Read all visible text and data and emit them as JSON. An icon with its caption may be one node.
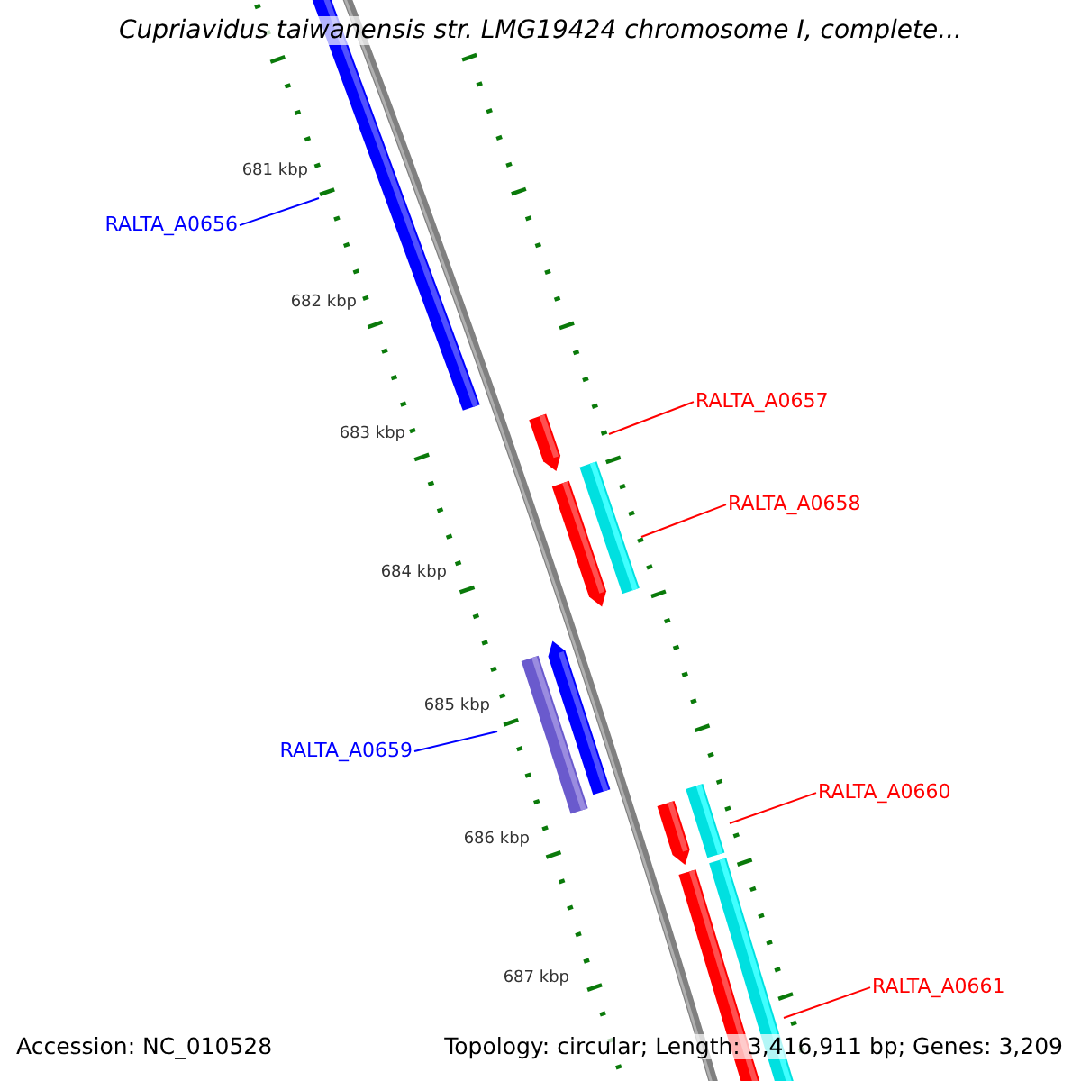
{
  "diagram": {
    "title": "Cupriavidus taiwanensis str. LMG19424 chromosome I, complete...",
    "nodes": [
      {
        "text": [
          "RALTA_A0656"
        ]
      },
      {
        "text": [
          "RALTA_A0657"
        ]
      },
      {
        "text": [
          "RALTA_A0658"
        ]
      },
      {
        "text": [
          "RALTA_A0659"
        ]
      },
      {
        "text": [
          "RALTA_A0660"
        ]
      },
      {
        "text": [
          "RALTA_A0661"
        ]
      }
    ],
    "edges": [
      {
        "from": 0,
        "to": null,
        "arrow": "none",
        "color": "#0000ff"
      },
      {
        "from": 1,
        "to": null,
        "arrow": "none"
      },
      {
        "from": 2,
        "to": null,
        "arrow": "none"
      },
      {
        "from": 3,
        "to": null,
        "arrow": "none",
        "color": "#0000ff"
      },
      {
        "from": 4,
        "to": null,
        "arrow": "none"
      },
      {
        "from": 5,
        "to": null,
        "arrow": "none"
      }
    ],
    "labels": [
      "681 kbp",
      "682 kbp",
      "683 kbp",
      "684 kbp",
      "685 kbp",
      "686 kbp",
      "687 kbp",
      "Accession: NC_010528",
      "Topology: circular; Length: 3,416,911 bp; Genes: 3,209"
    ]
  }
}
